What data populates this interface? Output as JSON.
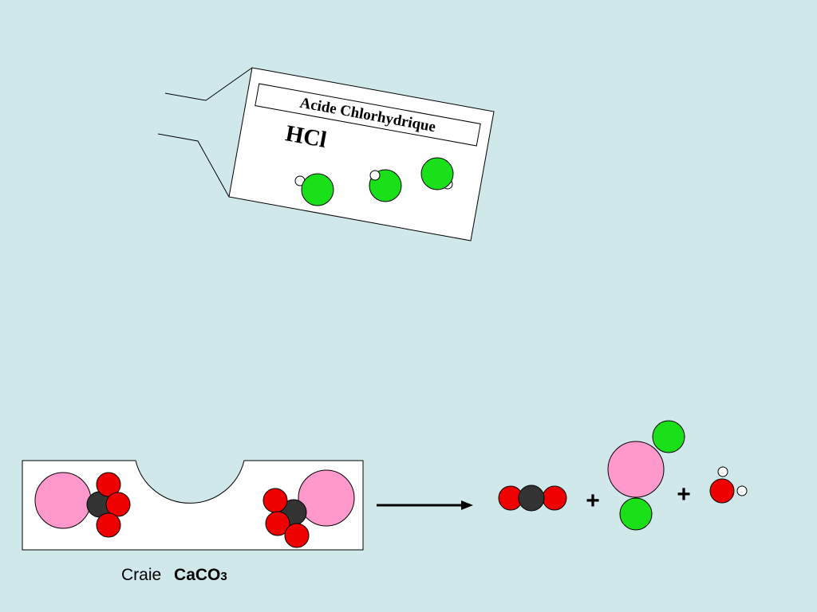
{
  "bottle": {
    "label_text": "Acide Chlorhydrique",
    "formula": "HCl"
  },
  "chalk": {
    "name": "Craie",
    "formula_main": "CaCO",
    "formula_sub": "3"
  },
  "equation": {
    "plus_1": "+",
    "plus_2": "+"
  },
  "colors": {
    "background": "#d1e8eb",
    "chlorine": "#19e019",
    "calcium": "#ff99cc",
    "oxygen": "#ee0000",
    "carbon": "#333333",
    "hydrogen": "#ffffff"
  }
}
